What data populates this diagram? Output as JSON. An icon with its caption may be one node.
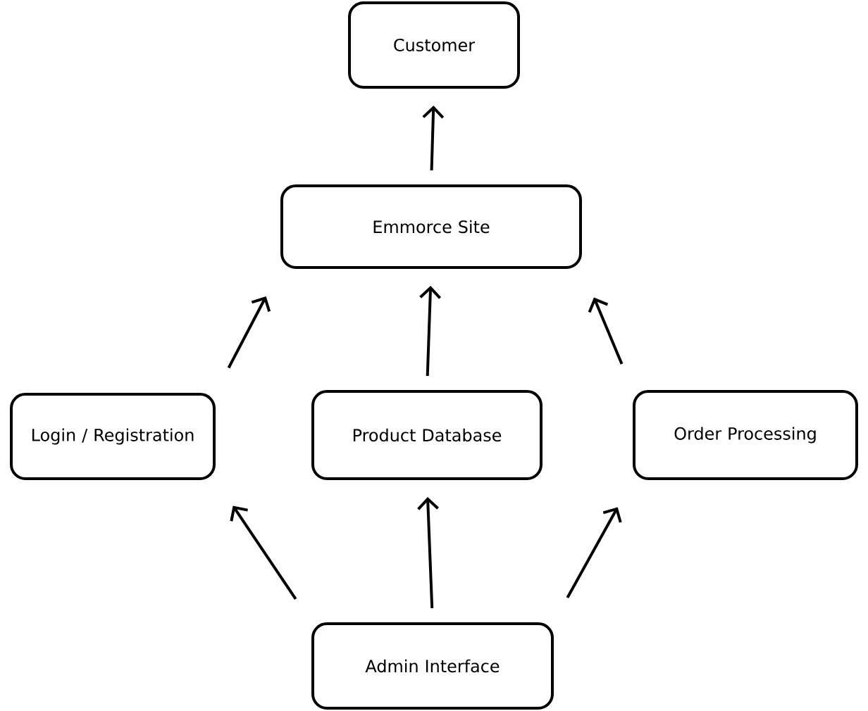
{
  "diagram": {
    "nodes": [
      {
        "text": [
          "Customer"
        ]
      },
      {
        "text": [
          "Emmorce Site"
        ]
      },
      {
        "text": [
          "Login / Registration"
        ]
      },
      {
        "text": [
          "Product Database"
        ]
      },
      {
        "text": [
          "Order Processing"
        ]
      },
      {
        "text": [
          "Admin Interface"
        ]
      }
    ],
    "edges": [
      {
        "from": 1,
        "to": 0,
        "arrow": "to"
      },
      {
        "from": 2,
        "to": 1,
        "arrow": "to"
      },
      {
        "from": 3,
        "to": 1,
        "arrow": "to"
      },
      {
        "from": 4,
        "to": 1,
        "arrow": "to"
      },
      {
        "from": 5,
        "to": 2,
        "arrow": "to"
      },
      {
        "from": 5,
        "to": 3,
        "arrow": "to"
      },
      {
        "from": 5,
        "to": 4,
        "arrow": "to"
      }
    ]
  }
}
